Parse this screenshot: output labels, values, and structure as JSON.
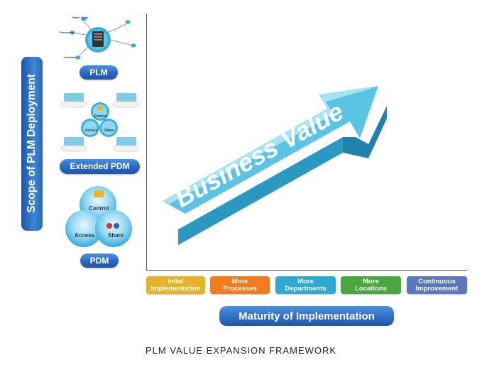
{
  "y_axis_label": "Scope of PLM Deployment",
  "x_axis_label": "Maturity of Implementation",
  "arrow_label": "Business Value",
  "caption": "PLM VALUE EXPANSION FRAMEWORK",
  "sections": {
    "plm": {
      "label": "PLM",
      "nodes": [
        "Sales Order",
        "Processes",
        "Location"
      ]
    },
    "extended_pdm": {
      "label": "Extended PDM",
      "circles": [
        "Control",
        "Access",
        "Share"
      ]
    },
    "pdm": {
      "label": "PDM",
      "circles": [
        "Control",
        "Access",
        "Share"
      ]
    }
  },
  "stages": [
    {
      "line1": "Inital",
      "line2": "Implementation",
      "color": "#e4b32a"
    },
    {
      "line1": "More",
      "line2": "Processes",
      "color": "#f07c1b"
    },
    {
      "line1": "More",
      "line2": "Departments",
      "color": "#2ea9cf"
    },
    {
      "line1": "More",
      "line2": "Locations",
      "color": "#4aa63e"
    },
    {
      "line1": "Continuous",
      "line2": "Improvement",
      "color": "#5a78c0"
    }
  ],
  "colors": {
    "arrow_top": "#9fe0f0",
    "arrow_front": "#56c1e2",
    "arrow_side": "#2a98c0",
    "pill_blue": "#2a68c0"
  }
}
